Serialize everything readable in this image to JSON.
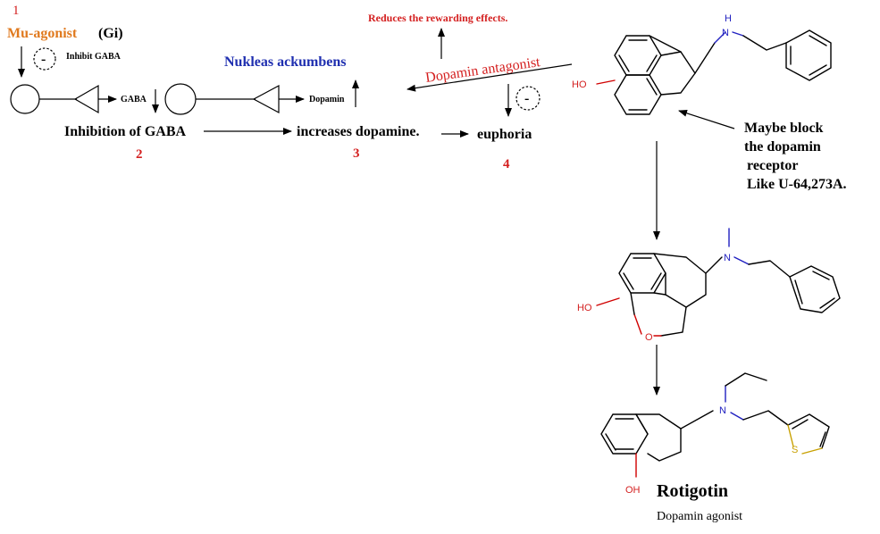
{
  "labels": {
    "step1": "1",
    "mu_agonist": "Mu-agonist",
    "gi": "(Gi)",
    "minus": "-",
    "inhibit_gaba": "Inhibit GABA",
    "gaba": "GABA",
    "nucleus": "Nukleas ackumbens",
    "dopamin_small": "Dopamin",
    "reduces": "Reduces the rewarding effects.",
    "antagonist": "Dopamin antagonist",
    "inhibition": "Inhibition of GABA",
    "increases": "increases dopamine.",
    "euphoria": "euphoria",
    "step2": "2",
    "step3": "3",
    "step4": "4",
    "maybe1": "Maybe block",
    "maybe2": "the dopamin",
    "maybe3": "receptor",
    "maybe4": "Like U-64,273A.",
    "ho1": "HO",
    "n1": "H",
    "n_atom": "N",
    "ho2": "HO",
    "o_atom": "O",
    "ho3": "OH",
    "s_atom": "S",
    "rotigotin": "Rotigotin",
    "agonist": "Dopamin agonist"
  },
  "colors": {
    "orange": "#e07a1f",
    "red": "#d42020",
    "blue": "#1f2fb0",
    "black": "#000000"
  }
}
